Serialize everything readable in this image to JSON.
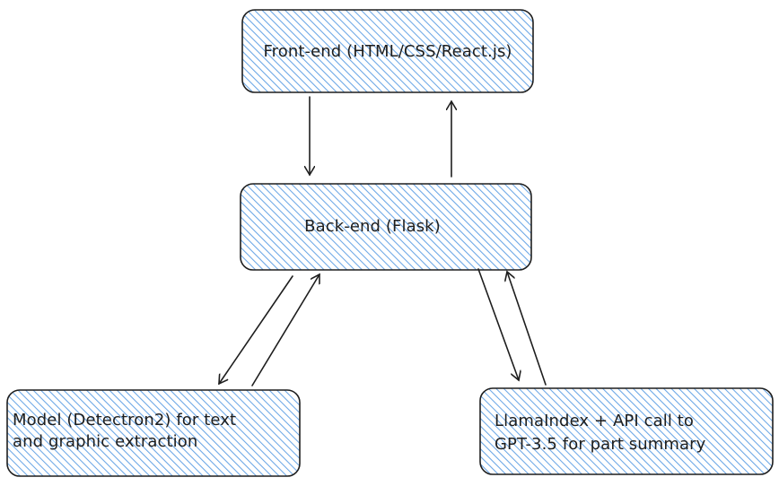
{
  "diagram": {
    "nodes": {
      "frontend": {
        "line1": "Front-end (HTML/CSS/React.js)"
      },
      "backend": {
        "line1": "Back-end (Flask)"
      },
      "model": {
        "line1": "Model (Detectron2) for text",
        "line2": "and graphic extraction"
      },
      "llama": {
        "line1": "LlamaIndex + API call to",
        "line2": "GPT-3.5 for part summary"
      }
    },
    "colors": {
      "hatch": "#6aa6e6",
      "stroke": "#1e1e1e",
      "background": "#ffffff"
    }
  }
}
